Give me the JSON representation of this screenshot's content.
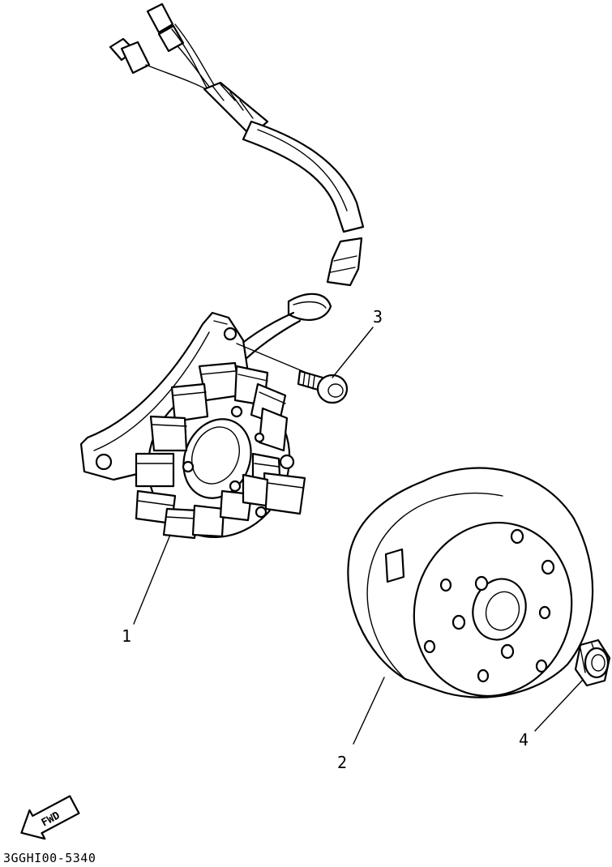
{
  "callouts": [
    "1",
    "2",
    "3",
    "4"
  ],
  "fwd_label": "FWD",
  "part_code": "3GGHI00-5340"
}
